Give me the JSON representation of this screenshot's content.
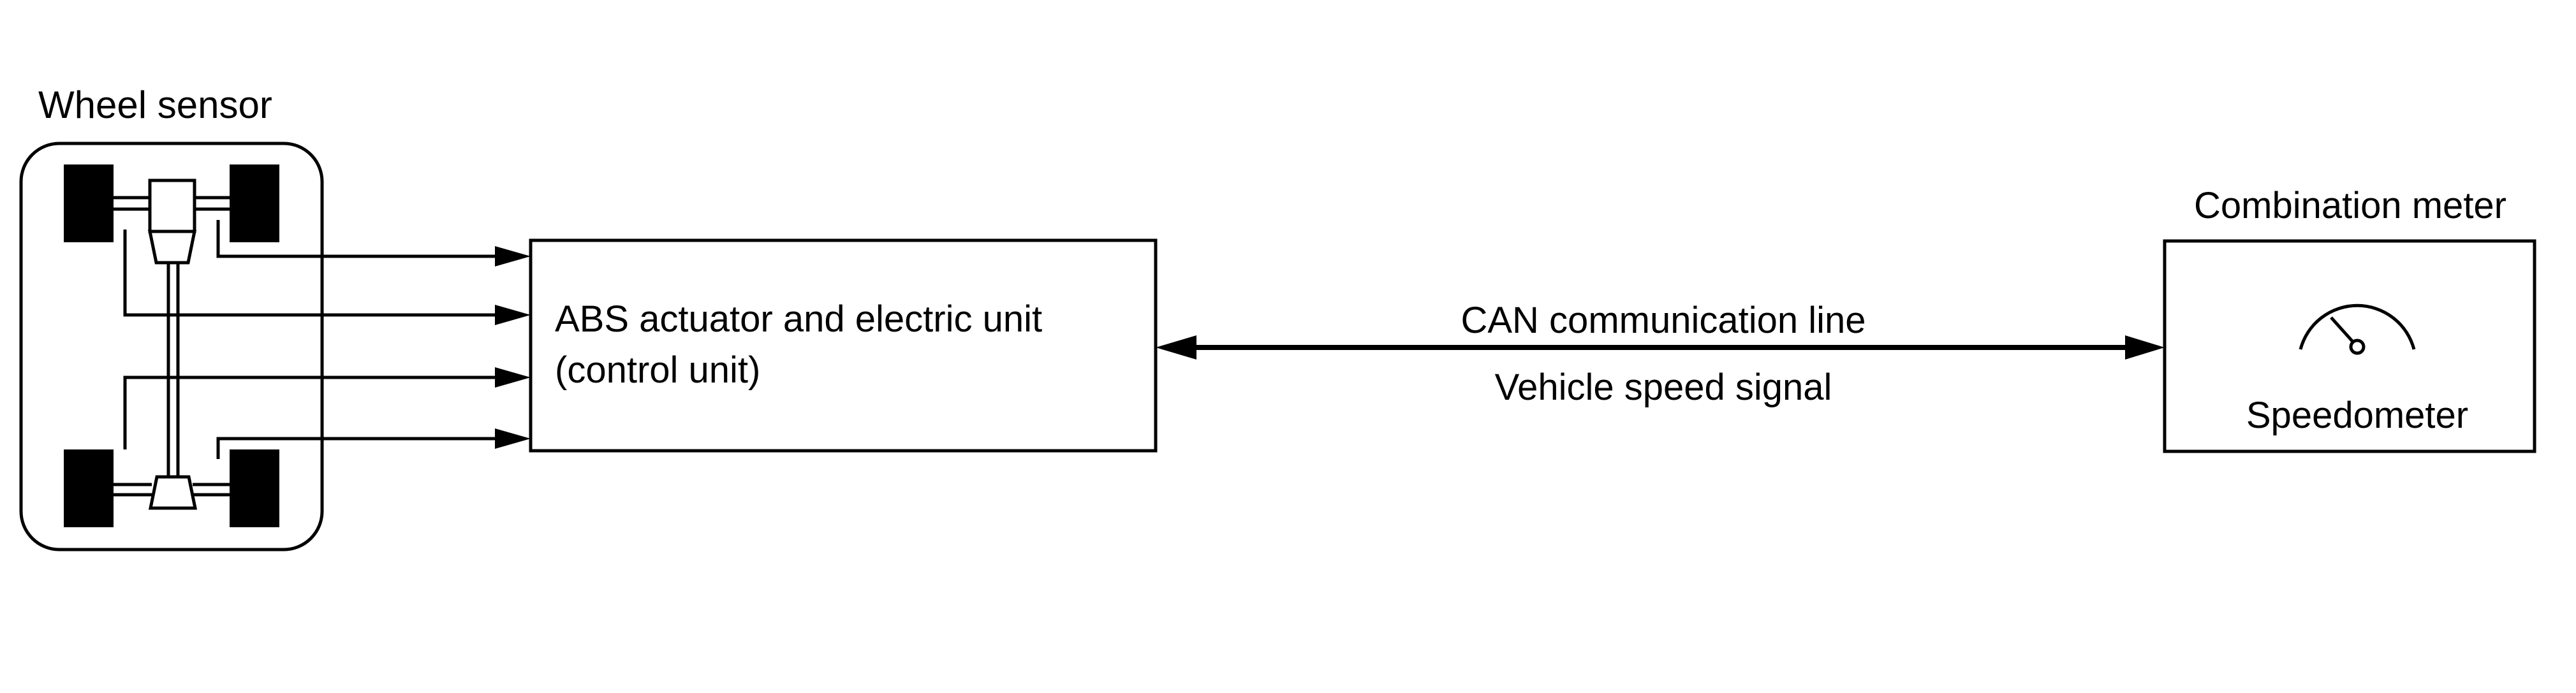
{
  "wheel_sensor": {
    "label": "Wheel sensor"
  },
  "abs_unit": {
    "line1": "ABS actuator and electric unit",
    "line2": "(control unit)"
  },
  "can_line": {
    "label": "CAN communication line",
    "signal": "Vehicle speed signal"
  },
  "combination_meter": {
    "label": "Combination meter",
    "gauge_label": "Speedometer"
  }
}
